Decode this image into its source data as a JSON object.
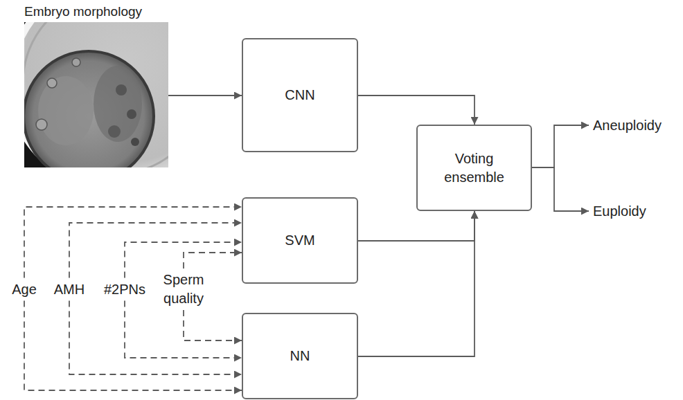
{
  "diagram": {
    "nodes": [
      {
        "text": [
          "Embryo morphology"
        ]
      },
      {
        "text": [
          "CNN"
        ]
      },
      {
        "text": [
          "Voting ensemble"
        ]
      },
      {
        "text": [
          "Aneuploidy"
        ]
      },
      {
        "text": [
          "Euploidy"
        ]
      },
      {
        "text": [
          "SVM"
        ]
      },
      {
        "text": [
          "Age"
        ]
      },
      {
        "text": [
          "AMH"
        ]
      },
      {
        "text": [
          "#2PNs"
        ]
      },
      {
        "text": [
          "Sperm quality"
        ]
      },
      {
        "text": [
          "NN"
        ]
      }
    ],
    "edges": [
      {
        "from": 0,
        "to": 1,
        "arrow": "to"
      },
      {
        "from": 1,
        "to": 2,
        "arrow": "to"
      },
      {
        "from": 5,
        "to": 2,
        "arrow": "to"
      },
      {
        "from": 10,
        "to": 2,
        "arrow": "to"
      },
      {
        "from": 2,
        "to": 3,
        "arrow": "to"
      },
      {
        "from": 2,
        "to": 4,
        "arrow": "to"
      },
      {
        "from": 6,
        "to": 5,
        "arrow": "to"
      },
      {
        "from": 7,
        "to": 5,
        "arrow": "to"
      },
      {
        "from": 8,
        "to": 5,
        "arrow": "to"
      },
      {
        "from": 9,
        "to": 5,
        "arrow": "to"
      },
      {
        "from": 6,
        "to": 10,
        "arrow": "to"
      },
      {
        "from": 7,
        "to": 10,
        "arrow": "to"
      },
      {
        "from": 8,
        "to": 10,
        "arrow": "to"
      },
      {
        "from": 9,
        "to": 10,
        "arrow": "to"
      }
    ]
  }
}
